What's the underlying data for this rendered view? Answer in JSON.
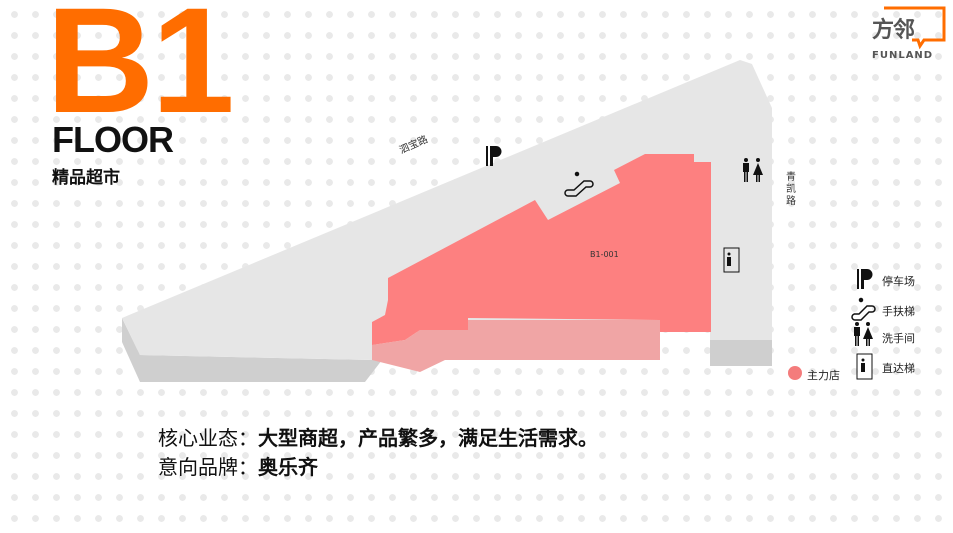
{
  "header": {
    "floor_number": "B1",
    "floor_word": "FLOOR",
    "subtitle": "精品超市"
  },
  "logo": {
    "text_cn": "方邻",
    "text_en": "FUNLAND"
  },
  "map": {
    "road_north": "泗宝路",
    "road_east": "青凯路",
    "unit_id": "B1-001"
  },
  "legend": {
    "items": [
      {
        "icon": "parking-icon",
        "label": "停车场"
      },
      {
        "icon": "escalator-icon",
        "label": "手扶梯"
      },
      {
        "icon": "restroom-icon",
        "label": "洗手间"
      },
      {
        "icon": "elevator-icon",
        "label": "直达梯"
      }
    ],
    "anchor_store": {
      "label": "主力店",
      "color": "#f47c7c"
    }
  },
  "info": {
    "business_label": "核心业态：",
    "business_value": "大型商超，产品繁多，满足生活需求。",
    "brand_label": "意向品牌：",
    "brand_value": "奥乐齐"
  },
  "colors": {
    "accent": "#ff6d00",
    "store": "#fd8080",
    "floor": "#e6e6e6"
  }
}
